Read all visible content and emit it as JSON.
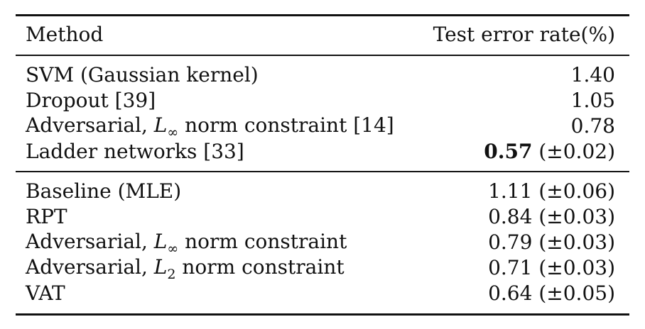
{
  "header": {
    "method": "Method",
    "error": "Test error rate(%)"
  },
  "group1": [
    {
      "method": "SVM (Gaussian kernel)",
      "value": "1.40"
    },
    {
      "method": "Dropout [39]",
      "value": "1.05"
    },
    {
      "method_prefix": "Adversarial, ",
      "method_math": "L",
      "method_sub": "∞",
      "method_suffix": " norm constraint [14]",
      "value": "0.78"
    },
    {
      "method": "Ladder networks [33]",
      "value_bold": "0.57",
      "value_rest": " (±0.02)"
    }
  ],
  "group2": [
    {
      "method": "Baseline (MLE)",
      "value": "1.11 (±0.06)"
    },
    {
      "method": "RPT",
      "value": "0.84 (±0.03)"
    },
    {
      "method_prefix": "Adversarial, ",
      "method_math": "L",
      "method_sub": "∞",
      "method_suffix": " norm constraint",
      "value": "0.79 (±0.03)"
    },
    {
      "method_prefix": "Adversarial, ",
      "method_math": "L",
      "method_sub": "2",
      "method_suffix": " norm constraint",
      "value": "0.71 (±0.03)"
    },
    {
      "method": "VAT",
      "value": "0.64 (±0.05)"
    }
  ]
}
